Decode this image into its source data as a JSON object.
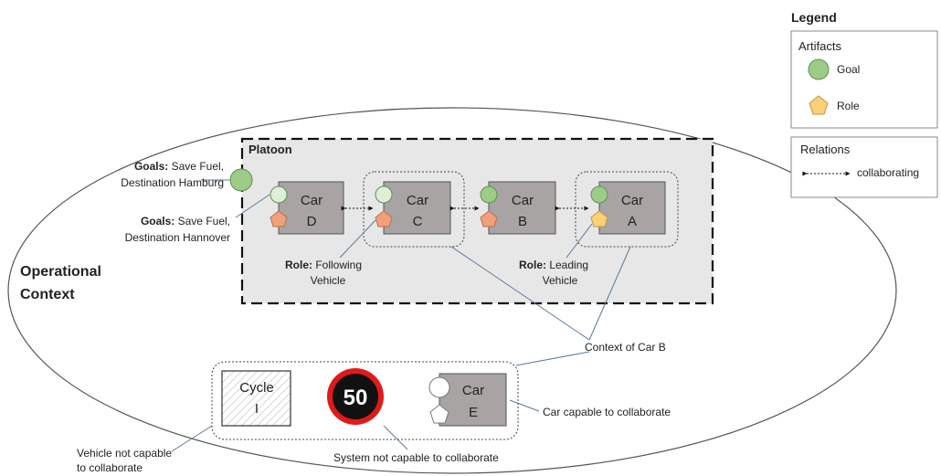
{
  "legend": {
    "title": "Legend",
    "artifacts_title": "Artifacts",
    "goal_label": "Goal",
    "role_label": "Role",
    "relations_title": "Relations",
    "collaborating_label": "collaborating"
  },
  "context": {
    "line1": "Operational",
    "line2": "Context"
  },
  "platoon": {
    "title": "Platoon"
  },
  "cars": {
    "d": {
      "line1": "Car",
      "line2": "D"
    },
    "c": {
      "line1": "Car",
      "line2": "C"
    },
    "b": {
      "line1": "Car",
      "line2": "B"
    },
    "a": {
      "line1": "Car",
      "line2": "A"
    },
    "e": {
      "line1": "Car",
      "line2": "E"
    }
  },
  "cycle": {
    "line1": "Cycle",
    "line2": "I"
  },
  "speed_sign": {
    "value": "50"
  },
  "annotations": {
    "goals_hamburg": {
      "bold": "Goals:",
      "rest1": " Save Fuel,",
      "line2": "Destination Hamburg"
    },
    "goals_hannover": {
      "bold": "Goals:",
      "rest1": " Save Fuel,",
      "line2": "Destination Hannover"
    },
    "role_following": {
      "bold": "Role:",
      "rest1": " Following",
      "line2": "Vehicle"
    },
    "role_leading": {
      "bold": "Role:",
      "rest1": " Leading",
      "line2": "Vehicle"
    },
    "context_car_b": "Context of Car B",
    "car_capable": "Car capable to collaborate",
    "system_not_capable": "System not capable to collaborate",
    "vehicle_not_capable_1": "Vehicle not capable",
    "vehicle_not_capable_2": "to collaborate"
  },
  "colors": {
    "goal_fill": "#9ccc85",
    "role_fill": "#f0a07a",
    "leading_role_fill": "#fcd176",
    "car_fill": "#a8a4a4",
    "platoon_bg": "#e7e7e7",
    "callout_line": "#5b7a99",
    "sign_red": "#e01a1a"
  }
}
